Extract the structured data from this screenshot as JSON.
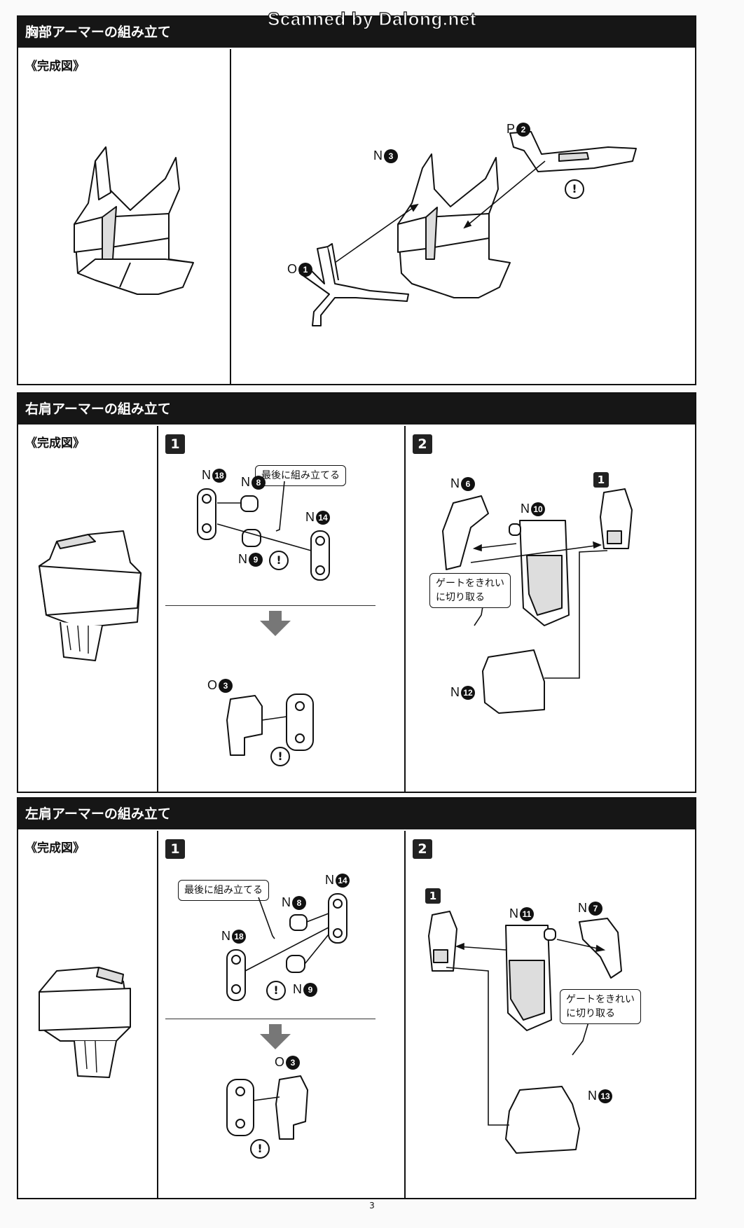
{
  "watermark": "Scanned by Dalong.net",
  "page_number": "3",
  "icons": {
    "warning": "warning-exclamation-icon",
    "arrow": "down-arrow-icon"
  },
  "sections": [
    {
      "title": "胸部アーマーの組み立て",
      "complete_label": "《完成図》",
      "parts": {
        "n": "N",
        "n_num": "3",
        "p": "P",
        "p_num": "2",
        "o": "O",
        "o_num": "1"
      },
      "warning": "!"
    },
    {
      "title": "右肩アーマーの組み立て",
      "complete_label": "《完成図》",
      "step1": {
        "number": "1",
        "callout": "最後に組み立てる",
        "parts": [
          {
            "letter": "N",
            "num": "18"
          },
          {
            "letter": "N",
            "num": "8"
          },
          {
            "letter": "N",
            "num": "14"
          },
          {
            "letter": "N",
            "num": "9"
          },
          {
            "letter": "O",
            "num": "3"
          }
        ],
        "warning": "!"
      },
      "step2": {
        "number": "2",
        "ref": "1",
        "callout": "ゲートをきれい\nに切り取る",
        "parts": [
          {
            "letter": "N",
            "num": "6"
          },
          {
            "letter": "N",
            "num": "10"
          },
          {
            "letter": "N",
            "num": "12"
          }
        ]
      }
    },
    {
      "title": "左肩アーマーの組み立て",
      "complete_label": "《完成図》",
      "step1": {
        "number": "1",
        "callout": "最後に組み立てる",
        "parts": [
          {
            "letter": "N",
            "num": "14"
          },
          {
            "letter": "N",
            "num": "8"
          },
          {
            "letter": "N",
            "num": "18"
          },
          {
            "letter": "N",
            "num": "9"
          },
          {
            "letter": "O",
            "num": "3"
          }
        ],
        "warning": "!"
      },
      "step2": {
        "number": "2",
        "ref": "1",
        "callout": "ゲートをきれい\nに切り取る",
        "parts": [
          {
            "letter": "N",
            "num": "11"
          },
          {
            "letter": "N",
            "num": "7"
          },
          {
            "letter": "N",
            "num": "13"
          }
        ]
      }
    }
  ]
}
